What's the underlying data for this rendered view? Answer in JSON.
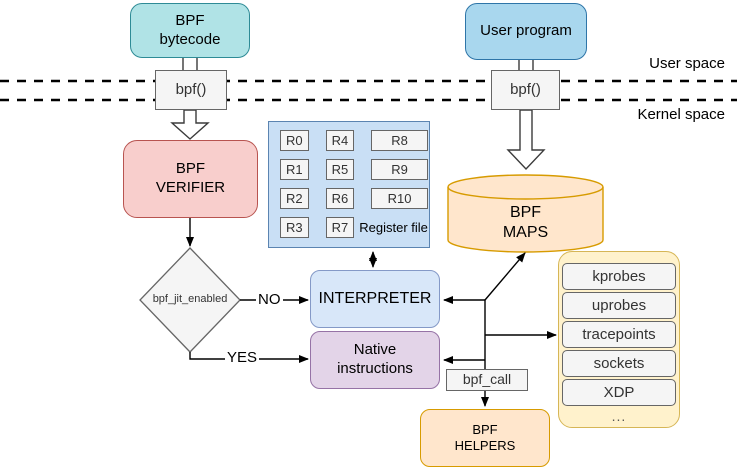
{
  "colors": {
    "teal_fill": "#B0E3E6",
    "teal_stroke": "#2E8B96",
    "blue_fill": "#A9D7EE",
    "blue_stroke": "#2E75A8",
    "red_fill": "#F8CECC",
    "red_stroke": "#B85450",
    "panelblue_fill": "#C9DFF5",
    "panelblue_stroke": "#5B84B1",
    "ltblue_fill": "#D8E7F9",
    "ltblue_stroke": "#8499C7",
    "purple_fill": "#E3D4E8",
    "purple_stroke": "#9673A6",
    "orange_fill": "#FFE6CC",
    "orange_stroke": "#D79B00",
    "yellow_fill": "#FFF2CC",
    "yellow_stroke": "#D6B656",
    "gray_fill": "#F5F5F5",
    "gray_stroke": "#666666",
    "line": "#000000"
  },
  "labels": {
    "user_space": "User space",
    "kernel_space": "Kernel space",
    "no": "NO",
    "yes": "YES"
  },
  "nodes": {
    "bpf_bytecode": "BPF\nbytecode",
    "user_program": "User program",
    "bpf_syscall_user": "bpf()",
    "bpf_syscall_kernel": "bpf()",
    "bpf_verifier": "BPF\nVERIFIER",
    "jit_decision": "bpf_jit_enabled",
    "interpreter": "INTERPRETER",
    "native_instructions": "Native\ninstructions",
    "bpf_maps": "BPF\nMAPS",
    "bpf_call": "bpf_call",
    "bpf_helpers": "BPF\nHELPERS"
  },
  "register_file": {
    "registers": [
      "R0",
      "R4",
      "R8",
      "R1",
      "R5",
      "R9",
      "R2",
      "R6",
      "R10",
      "R3",
      "R7"
    ],
    "caption": "Register file"
  },
  "hooks": {
    "items": [
      "kprobes",
      "uprobes",
      "tracepoints",
      "sockets",
      "XDP"
    ],
    "more": "..."
  }
}
